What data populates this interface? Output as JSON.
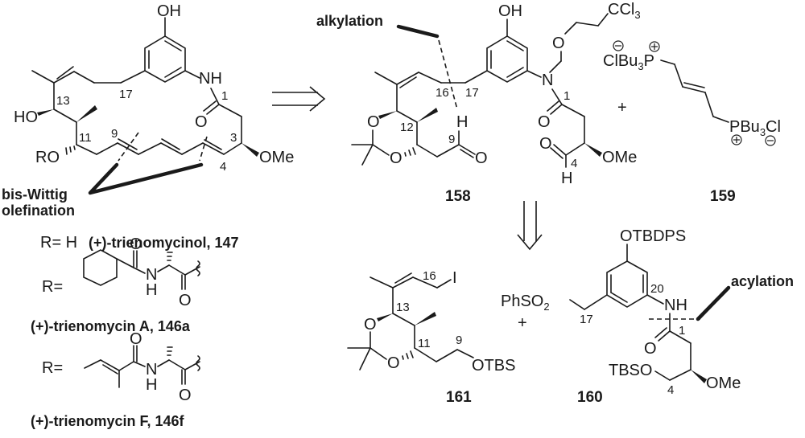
{
  "diagram": {
    "type": "retrosynthesis-scheme",
    "target": {
      "atom_labels": {
        "oh_top": "OH",
        "nh": "NH",
        "c1": "1",
        "o_carbonyl": "O",
        "c3": "3",
        "ome": "OMe",
        "c4": "4",
        "c17": "17",
        "c13": "13",
        "ho": "HO",
        "c11": "11",
        "c9": "9",
        "ro": "RO"
      },
      "disconnection_label": "bis-Wittig olefination",
      "disconnection_label_line1": "bis-Wittig",
      "disconnection_label_line2": "olefination",
      "variants": [
        {
          "r_label": "R= H",
          "name": "(+)-trienomycinol, 147"
        },
        {
          "r_label": "R=",
          "name": "(+)-trienomycin A, 146a",
          "r_group": "cyclohexanecarbonyl-D-alanyl"
        },
        {
          "r_label": "R=",
          "name": "(+)-trienomycin F, 146f",
          "r_group": "tigloyl-D-alanyl"
        }
      ],
      "r_group_atoms": {
        "o": "O",
        "n": "N",
        "h": "H"
      }
    },
    "compound_158": {
      "id": "158",
      "disconnection_label": "alkylation",
      "atom_labels": {
        "oh": "OH",
        "o_ether": "O",
        "ccl3": "CCl",
        "ccl3_sub": "3",
        "n": "N",
        "c1": "1",
        "o_amide": "O",
        "o_ald": "O",
        "c4": "4",
        "h4": "H",
        "ome": "OMe",
        "c16": "16",
        "c17": "17",
        "c12": "12",
        "h9": "H",
        "c9": "9",
        "o9": "O",
        "o_acetal1": "O",
        "o_acetal2": "O"
      }
    },
    "compound_159": {
      "id": "159",
      "atom_labels": {
        "left": "ClBu",
        "left_sub": "3",
        "left_p": "P",
        "right_p": "P",
        "right": "Bu",
        "right_sub": "3",
        "right_cl": "Cl"
      },
      "charges": {
        "plus": "+",
        "minus": "−"
      }
    },
    "compound_161": {
      "id": "161",
      "atom_labels": {
        "i": "I",
        "c16": "16",
        "c13": "13",
        "c11": "11",
        "c9": "9",
        "otbs": "OTBS",
        "o1": "O",
        "o2": "O"
      }
    },
    "compound_160": {
      "id": "160",
      "disconnection_label": "acylation",
      "atom_labels": {
        "otbdps": "OTBDPS",
        "phso2": "PhSO",
        "phso2_sub": "2",
        "c17": "17",
        "c20": "20",
        "nh": "NH",
        "c1": "1",
        "o": "O",
        "tbso": "TBSO",
        "c4": "4",
        "ome": "OMe"
      }
    },
    "operators": {
      "plus": "+"
    },
    "arrows": [
      {
        "type": "retrosynthetic",
        "direction": "right",
        "from": "target",
        "to": "158 + 159"
      },
      {
        "type": "retrosynthetic",
        "direction": "down",
        "from": "158",
        "to": "161 + 160"
      }
    ]
  }
}
